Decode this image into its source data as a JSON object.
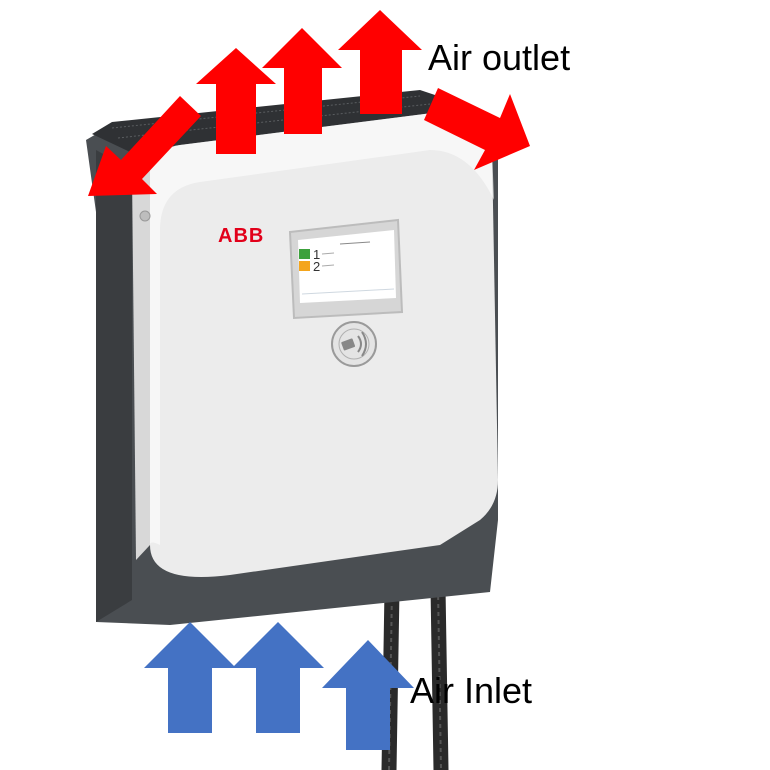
{
  "labels": {
    "air_outlet": "Air outlet",
    "air_inlet": "Air Inlet"
  },
  "device": {
    "brand": "ABB",
    "screen": {
      "connector_1": "1",
      "connector_2": "2"
    }
  },
  "colors": {
    "outlet_arrow": "#ff0000",
    "inlet_arrow": "#4472c4",
    "brand": "#e2001a",
    "body_dark": "#4a4e52",
    "front_panel": "#ececec"
  },
  "icons": {
    "rfid_reader": "contactless-card-icon"
  }
}
